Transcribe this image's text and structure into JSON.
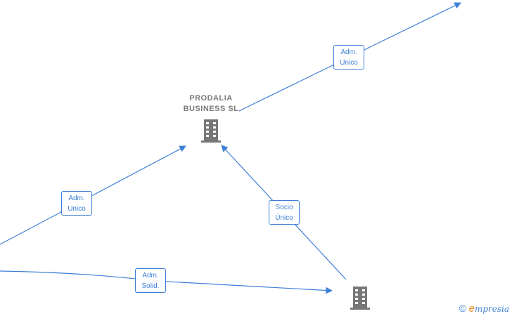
{
  "nodes": {
    "prodalia": {
      "line1": "PRODALIA",
      "line2": "BUSINESS  SL"
    }
  },
  "edges": {
    "top_right": {
      "line1": "Adm.",
      "line2": "Unico"
    },
    "left": {
      "line1": "Adm.",
      "line2": "Unico"
    },
    "socio": {
      "line1": "Socio",
      "line2": "Único"
    },
    "bottom": {
      "line1": "Adm.",
      "line2": "Solid."
    }
  },
  "footer": {
    "copyright": "©",
    "brand_initial": "e",
    "brand_rest": "mpresia"
  },
  "colors": {
    "edge": "#3d7fd6",
    "node_text": "#7a7a7a",
    "building": "#777777",
    "brand_accent": "#f08c1a"
  }
}
